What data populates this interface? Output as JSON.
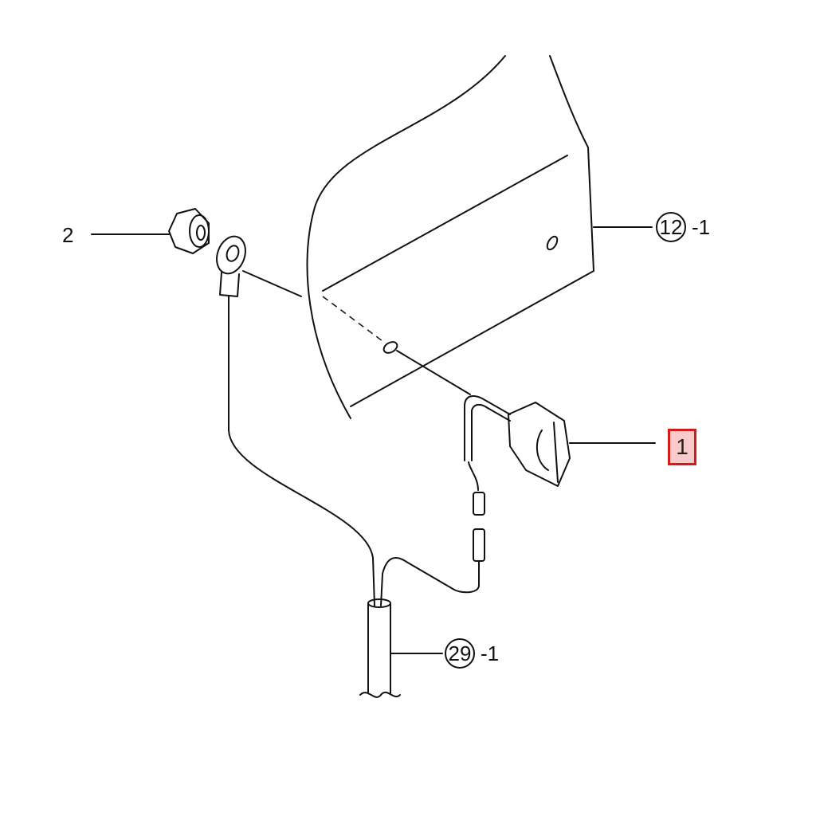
{
  "diagram": {
    "callouts": [
      {
        "id": "2",
        "label": "2"
      },
      {
        "id": "12",
        "label": "12",
        "suffix": "-1"
      },
      {
        "id": "1",
        "label": "1",
        "highlighted": true
      },
      {
        "id": "29",
        "label": "29",
        "suffix": "-1"
      }
    ],
    "highlight_fill": "#f9caca",
    "highlight_border": "#d41a1a"
  }
}
